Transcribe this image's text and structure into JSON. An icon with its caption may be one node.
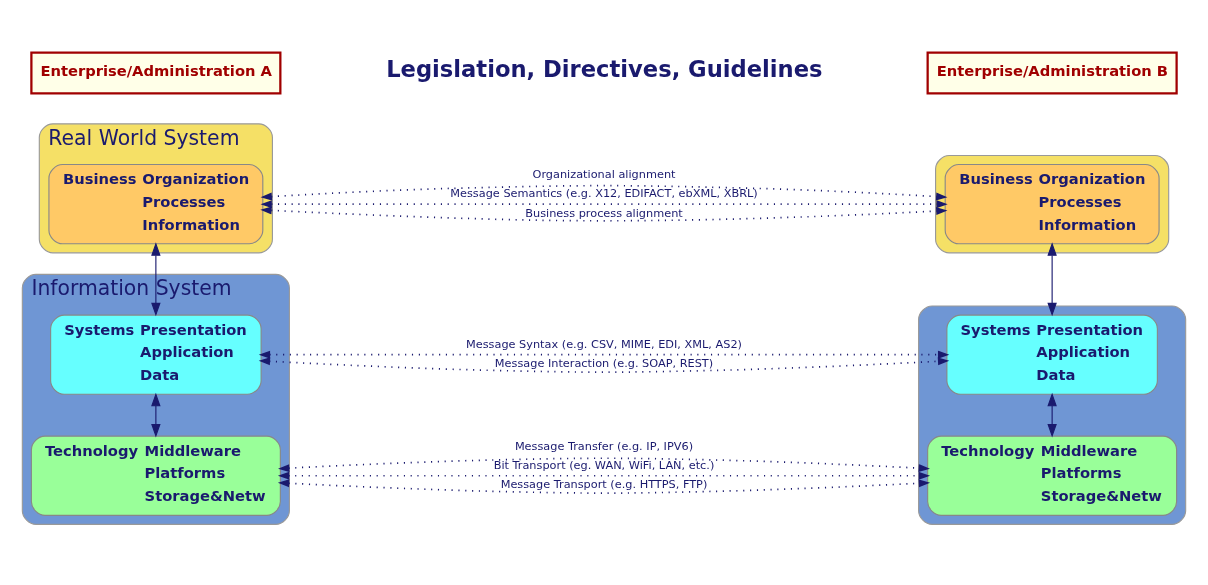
{
  "diagram": {
    "nodes": [
      {
        "text": [
          "Enterprise/Administration A"
        ]
      },
      {
        "text": [
          "Enterprise/Administration B"
        ]
      },
      {
        "text": [
          "Real World System"
        ]
      },
      {
        "text": [
          "Business",
          "Organization",
          "Processes",
          "Information"
        ],
        "in": 2
      },
      {
        "text": [
          "Information System"
        ]
      },
      {
        "text": [
          "Systems",
          "Presentation",
          "Application",
          "Data"
        ],
        "in": 4
      },
      {
        "text": [
          "Technology",
          "Middleware",
          "Platforms",
          "Storage&Netw"
        ],
        "in": 4
      },
      {
        "text": [],
        "shape": "box"
      },
      {
        "text": [
          "Business",
          "Organization",
          "Processes",
          "Information"
        ],
        "in": 7
      },
      {
        "text": [],
        "shape": "box"
      },
      {
        "text": [
          "Systems",
          "Presentation",
          "Application",
          "Data"
        ],
        "in": 9
      },
      {
        "text": [
          "Technology",
          "Middleware",
          "Platforms",
          "Storage&Netw"
        ],
        "in": 9
      }
    ],
    "edges": [
      {
        "from": 3,
        "to": 5,
        "arrow": "both"
      },
      {
        "from": 5,
        "to": 6,
        "arrow": "both"
      },
      {
        "from": 8,
        "to": 10,
        "arrow": "both"
      },
      {
        "from": 10,
        "to": 11,
        "arrow": "both"
      },
      {
        "from": 3,
        "to": 8,
        "arrow": "both",
        "style": "dashed",
        "label": "Organizational alignment"
      },
      {
        "from": 3,
        "to": 8,
        "arrow": "both",
        "style": "dashed",
        "label": "Business process alignment"
      },
      {
        "from": 3,
        "to": 8,
        "arrow": "both",
        "style": "dashed",
        "label": "Message Semantics (e.g. X12, EDIFACT, ebXML, XBRL)"
      },
      {
        "from": 5,
        "to": 10,
        "arrow": "both",
        "style": "dashed",
        "label": "Message Syntax (e.g. CSV, MIME, EDI, XML, AS2)"
      },
      {
        "from": 5,
        "to": 10,
        "arrow": "both",
        "style": "dashed",
        "label": "Message Interaction (e.g. SOAP, REST)"
      },
      {
        "from": 6,
        "to": 11,
        "arrow": "both",
        "style": "dashed",
        "label": "Message Transport (e.g. HTTPS, FTP)"
      },
      {
        "from": 6,
        "to": 11,
        "arrow": "both",
        "style": "dashed",
        "label": "Message Transfer (e.g. IP, IPV6)"
      },
      {
        "from": 6,
        "to": 11,
        "arrow": "both",
        "style": "dashed",
        "label": "Bit Transport (eg. WAN, WiFi, LAN, etc.)"
      }
    ],
    "labels": [
      "Legislation, Directives, Guidelines"
    ]
  }
}
